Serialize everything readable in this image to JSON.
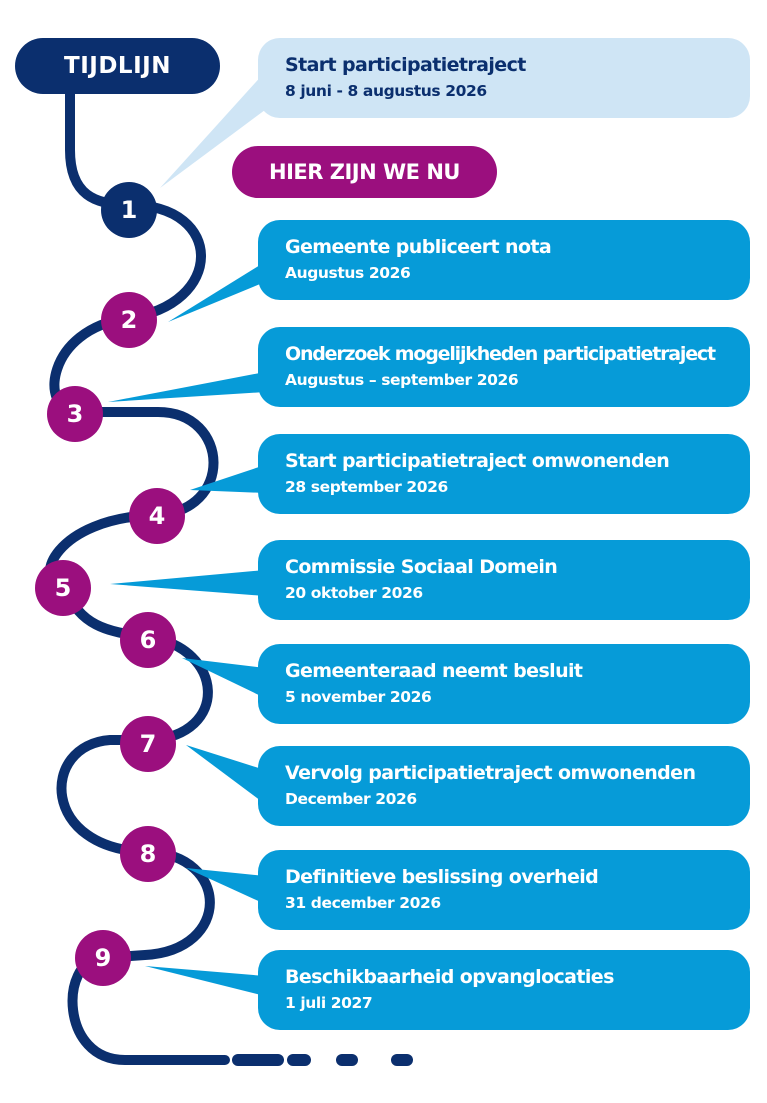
{
  "header": {
    "title": "TIJDLIJN",
    "current": "HIER ZIJN WE NU"
  },
  "colors": {
    "navy": "#0b2f6e",
    "magenta": "#9b0f7e",
    "blue": "#069bd8",
    "light": "#cfe5f5",
    "white": "#ffffff"
  },
  "steps": [
    {
      "number": "1",
      "title": "Start participatietraject",
      "date": "8 juni - 8 augustus 2026"
    },
    {
      "number": "2",
      "title": "Gemeente publiceert nota",
      "date": "Augustus 2026"
    },
    {
      "number": "3",
      "title": "Onderzoek mogelijkheden participatietraject",
      "date": "Augustus – september 2026"
    },
    {
      "number": "4",
      "title": "Start participatietraject  omwonenden",
      "date": "28 september 2026"
    },
    {
      "number": "5",
      "title": "Commissie Sociaal Domein",
      "date": "20 oktober 2026"
    },
    {
      "number": "6",
      "title": "Gemeenteraad neemt besluit",
      "date": "5 november 2026"
    },
    {
      "number": "7",
      "title": "Vervolg participatietraject omwonenden",
      "date": "December 2026"
    },
    {
      "number": "8",
      "title": "Definitieve beslissing overheid",
      "date": "31 december 2026"
    },
    {
      "number": "9",
      "title": "Beschikbaarheid opvanglocaties",
      "date": "1 juli 2027"
    }
  ]
}
